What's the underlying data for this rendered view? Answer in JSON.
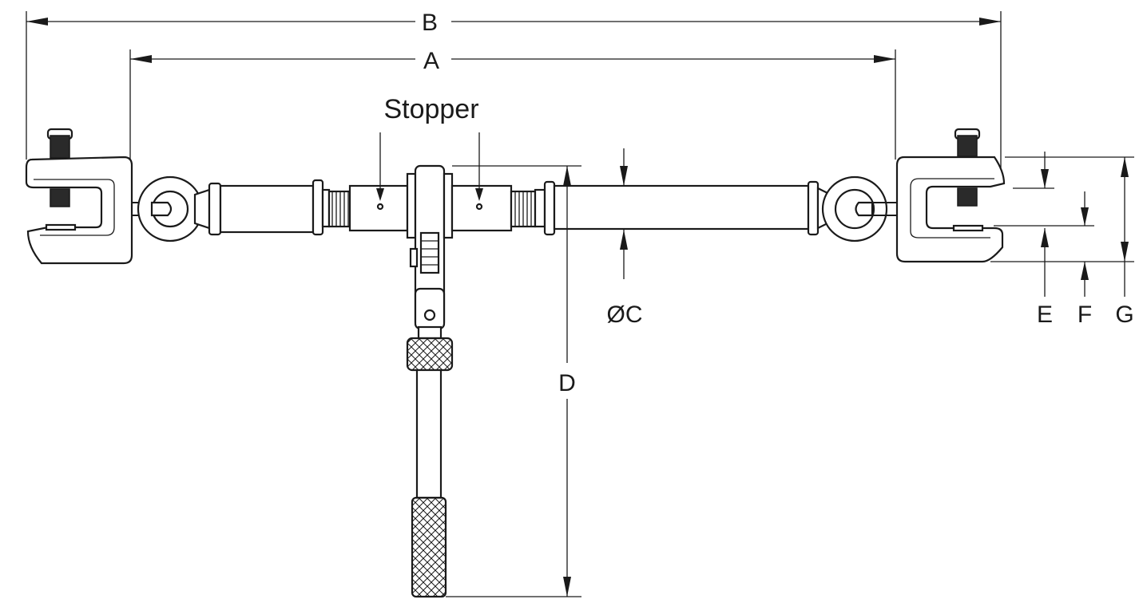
{
  "figure": {
    "title": "Ratchet load binder with clamp ends — dimension drawing",
    "labels": {
      "b": "B",
      "a": "A",
      "stopper": "Stopper",
      "c": "ØC",
      "d": "D",
      "e": "E",
      "f": "F",
      "g": "G"
    }
  }
}
